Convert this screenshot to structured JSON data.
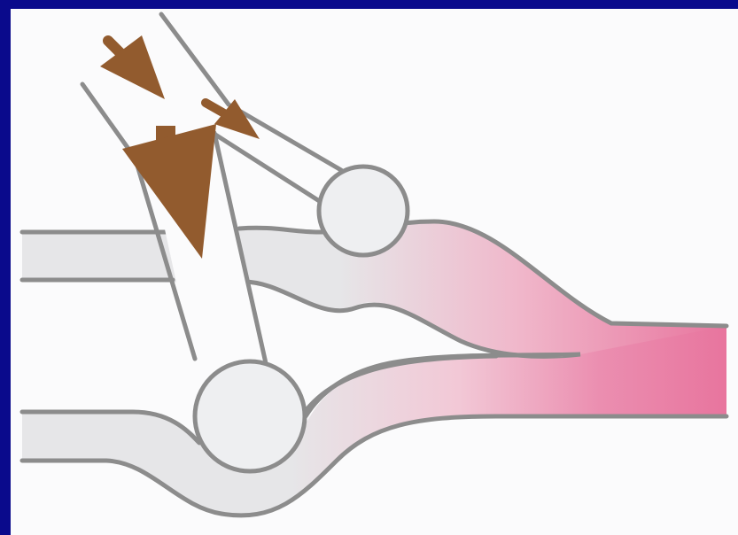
{
  "colors": {
    "frame": "#0a0a8c",
    "background": "#fbfbfc",
    "neuron_body": "#eeeff1",
    "outline": "#8c8c8c",
    "postsynaptic": "#e8759e",
    "arrow": "#925b2e"
  },
  "elements": {
    "upper_fiber": "upper-nerve-fiber",
    "lower_fiber": "lower-nerve-fiber",
    "axon_terminal_1": "upper-synaptic-knob",
    "axon_terminal_2": "lower-synaptic-knob",
    "arrows": [
      "small-arrow",
      "medium-arrow",
      "large-arrow"
    ]
  }
}
